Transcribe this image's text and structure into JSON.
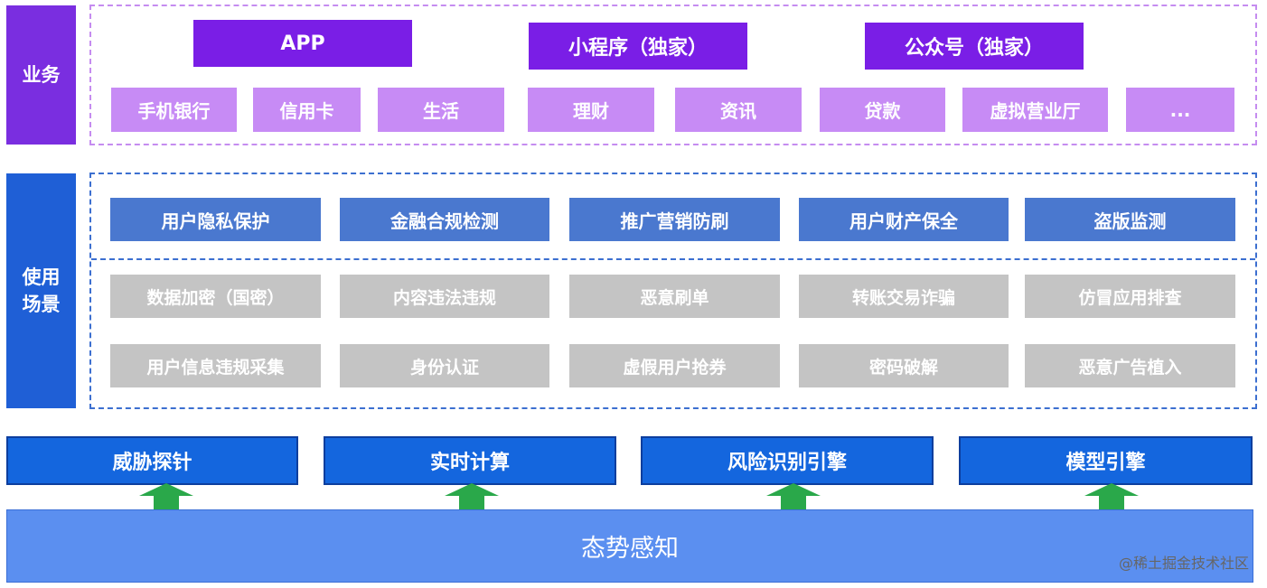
{
  "business": {
    "label": "业务",
    "primary": [
      "APP",
      "小程序（独家）",
      "公众号（独家）"
    ],
    "items": [
      "手机银行",
      "信用卡",
      "生活",
      "理财",
      "资讯",
      "贷款",
      "虚拟营业厅",
      "..."
    ]
  },
  "scenarios": {
    "label_line1": "使用",
    "label_line2": "场景",
    "highlight": [
      "用户隐私保护",
      "金融合规检测",
      "推广营销防刷",
      "用户财产保全",
      "盗版监测"
    ],
    "row1": [
      "数据加密（国密）",
      "内容违法违规",
      "恶意刷单",
      "转账交易诈骗",
      "仿冒应用排查"
    ],
    "row2": [
      "用户信息违规采集",
      "身份认证",
      "虚假用户抢券",
      "密码破解",
      "恶意广告植入"
    ]
  },
  "engines": [
    "威胁探针",
    "实时计算",
    "风险识别引擎",
    "模型引擎"
  ],
  "base": {
    "label": "态势感知"
  },
  "watermark": "@稀土掘金技术社区",
  "colors": {
    "business_label": "#7a2ee0",
    "business_primary": "#7a1ee6",
    "business_sub": "#c78bf5",
    "scenario_label": "#1f5fd6",
    "scenario_highlight": "#4a78cf",
    "scenario_gray": "#c4c4c4",
    "engine": "#1466de",
    "base": "#5b8ff0",
    "arrow": "#2aa84a"
  }
}
